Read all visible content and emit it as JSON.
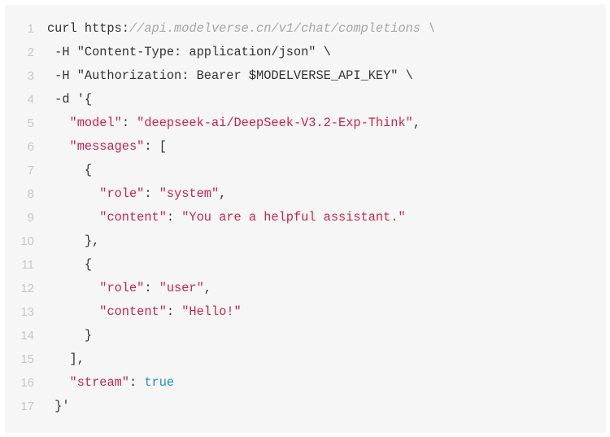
{
  "code_block": {
    "language": "bash",
    "colors": {
      "string": "#c7254e",
      "boolean": "#1f8fbf",
      "comment": "#a6a6a6",
      "text": "#333333"
    },
    "lines": [
      {
        "n": "1",
        "tokens": [
          {
            "t": "plain",
            "v": "curl https:"
          },
          {
            "t": "comment",
            "v": "//api.modelverse.cn/v1/chat/completions \\"
          }
        ]
      },
      {
        "n": "2",
        "tokens": [
          {
            "t": "plain",
            "v": " -H \"Content-Type: application/json\" \\"
          }
        ]
      },
      {
        "n": "3",
        "tokens": [
          {
            "t": "plain",
            "v": " -H \"Authorization: Bearer $MODELVERSE_API_KEY\" \\"
          }
        ]
      },
      {
        "n": "4",
        "tokens": [
          {
            "t": "plain",
            "v": " -d '{"
          }
        ]
      },
      {
        "n": "5",
        "tokens": [
          {
            "t": "plain",
            "v": "   "
          },
          {
            "t": "str",
            "v": "\"model\""
          },
          {
            "t": "plain",
            "v": ": "
          },
          {
            "t": "str",
            "v": "\"deepseek-ai/DeepSeek-V3.2-Exp-Think\""
          },
          {
            "t": "plain",
            "v": ","
          }
        ]
      },
      {
        "n": "6",
        "tokens": [
          {
            "t": "plain",
            "v": "   "
          },
          {
            "t": "str",
            "v": "\"messages\""
          },
          {
            "t": "plain",
            "v": ": ["
          }
        ]
      },
      {
        "n": "7",
        "tokens": [
          {
            "t": "plain",
            "v": "     {"
          }
        ]
      },
      {
        "n": "8",
        "tokens": [
          {
            "t": "plain",
            "v": "       "
          },
          {
            "t": "str",
            "v": "\"role\""
          },
          {
            "t": "plain",
            "v": ": "
          },
          {
            "t": "str",
            "v": "\"system\""
          },
          {
            "t": "plain",
            "v": ","
          }
        ]
      },
      {
        "n": "9",
        "tokens": [
          {
            "t": "plain",
            "v": "       "
          },
          {
            "t": "str",
            "v": "\"content\""
          },
          {
            "t": "plain",
            "v": ": "
          },
          {
            "t": "str",
            "v": "\"You are a helpful assistant.\""
          }
        ]
      },
      {
        "n": "10",
        "tokens": [
          {
            "t": "plain",
            "v": "     },"
          }
        ]
      },
      {
        "n": "11",
        "tokens": [
          {
            "t": "plain",
            "v": "     {"
          }
        ]
      },
      {
        "n": "12",
        "tokens": [
          {
            "t": "plain",
            "v": "       "
          },
          {
            "t": "str",
            "v": "\"role\""
          },
          {
            "t": "plain",
            "v": ": "
          },
          {
            "t": "str",
            "v": "\"user\""
          },
          {
            "t": "plain",
            "v": ","
          }
        ]
      },
      {
        "n": "13",
        "tokens": [
          {
            "t": "plain",
            "v": "       "
          },
          {
            "t": "str",
            "v": "\"content\""
          },
          {
            "t": "plain",
            "v": ": "
          },
          {
            "t": "str",
            "v": "\"Hello!\""
          }
        ]
      },
      {
        "n": "14",
        "tokens": [
          {
            "t": "plain",
            "v": "     }"
          }
        ]
      },
      {
        "n": "15",
        "tokens": [
          {
            "t": "plain",
            "v": "   ],"
          }
        ]
      },
      {
        "n": "16",
        "tokens": [
          {
            "t": "plain",
            "v": "   "
          },
          {
            "t": "str",
            "v": "\"stream\""
          },
          {
            "t": "plain",
            "v": ": "
          },
          {
            "t": "bool",
            "v": "true"
          }
        ]
      },
      {
        "n": "17",
        "tokens": [
          {
            "t": "plain",
            "v": " }'"
          }
        ]
      }
    ]
  }
}
